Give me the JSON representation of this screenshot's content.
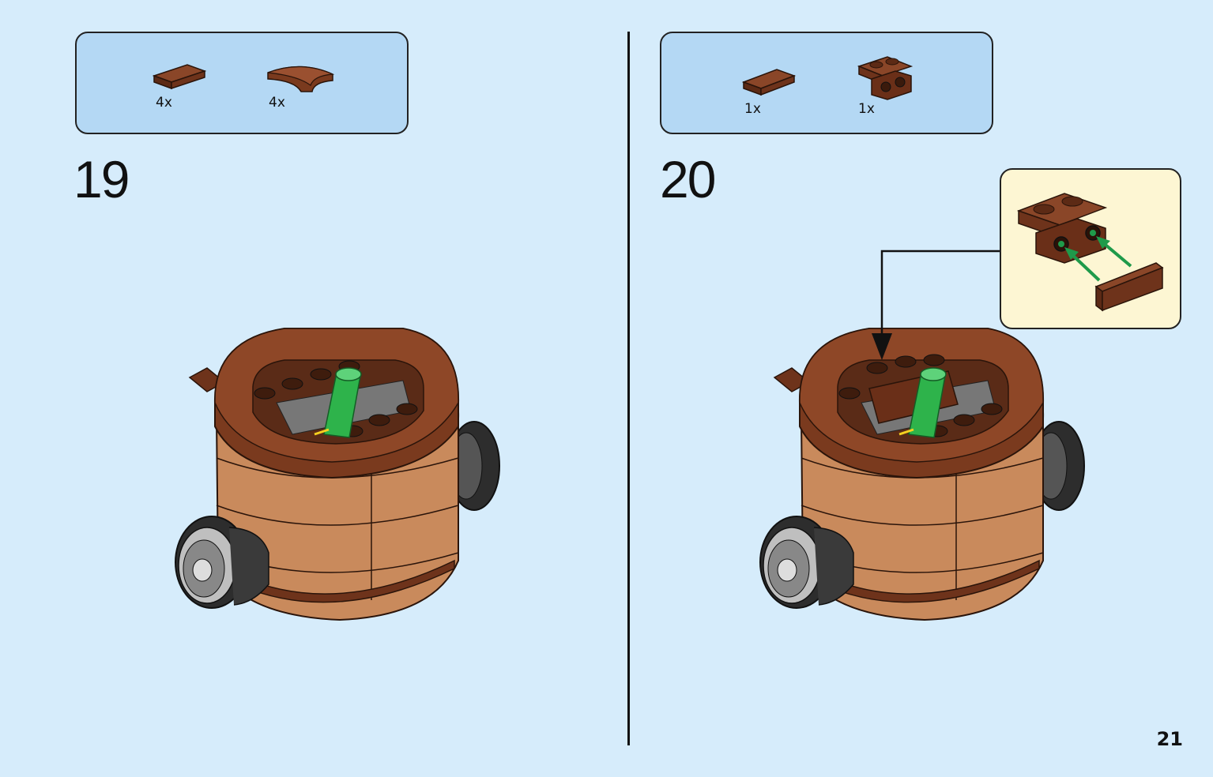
{
  "page": {
    "number": "21",
    "background": "#d6ecfb"
  },
  "steps": [
    {
      "number": "19",
      "parts": [
        {
          "icon": "flat-tile-1x2-brown-icon",
          "qty": "4x"
        },
        {
          "icon": "curved-tile-brown-icon",
          "qty": "4x"
        }
      ]
    },
    {
      "number": "20",
      "parts": [
        {
          "icon": "flat-tile-1x2-brown-icon",
          "qty": "1x"
        },
        {
          "icon": "bracket-brown-icon",
          "qty": "1x"
        }
      ]
    }
  ],
  "colors": {
    "parts_box": "#b4d8f4",
    "callout": "#fdf6d3",
    "brown_dark": "#5a2b17",
    "brown_medium": "#7a3e22",
    "brown_light": "#c98a5c",
    "green_axle": "#2eb34b",
    "arrow_green": "#1f9a4a"
  }
}
